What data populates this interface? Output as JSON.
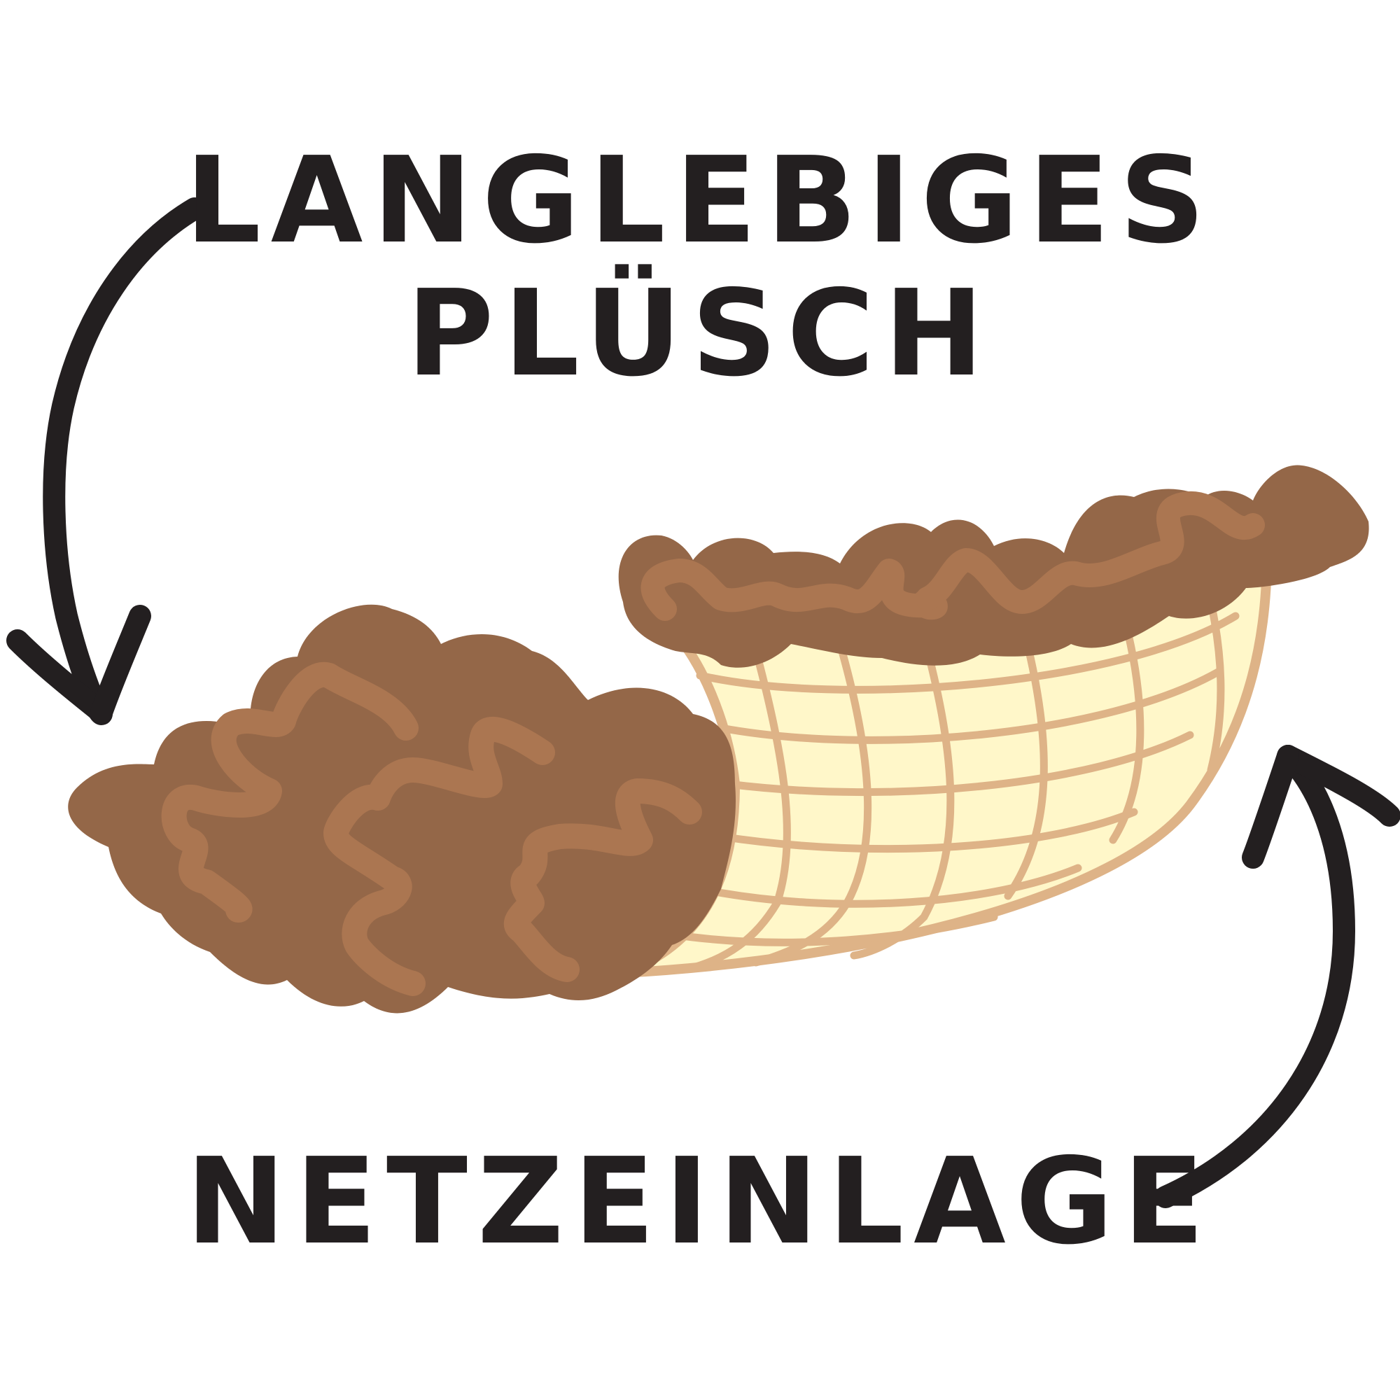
{
  "labels": {
    "top_line1": "LANGLEBIGES",
    "top_line2": "PLÜSCH",
    "bottom": "NETZEINLAGE"
  },
  "icons": {
    "top_arrow": "curved-arrow-down-icon",
    "bottom_arrow": "curved-arrow-up-icon",
    "plush": "plush-fur-icon",
    "mesh": "mesh-net-icon"
  },
  "colors": {
    "text": "#231f20",
    "plush_dark": "#946748",
    "plush_light": "#ab7651",
    "mesh_fill": "#fff7c9",
    "mesh_line": "#deb387",
    "arrow": "#231f20",
    "background": "#ffffff"
  }
}
